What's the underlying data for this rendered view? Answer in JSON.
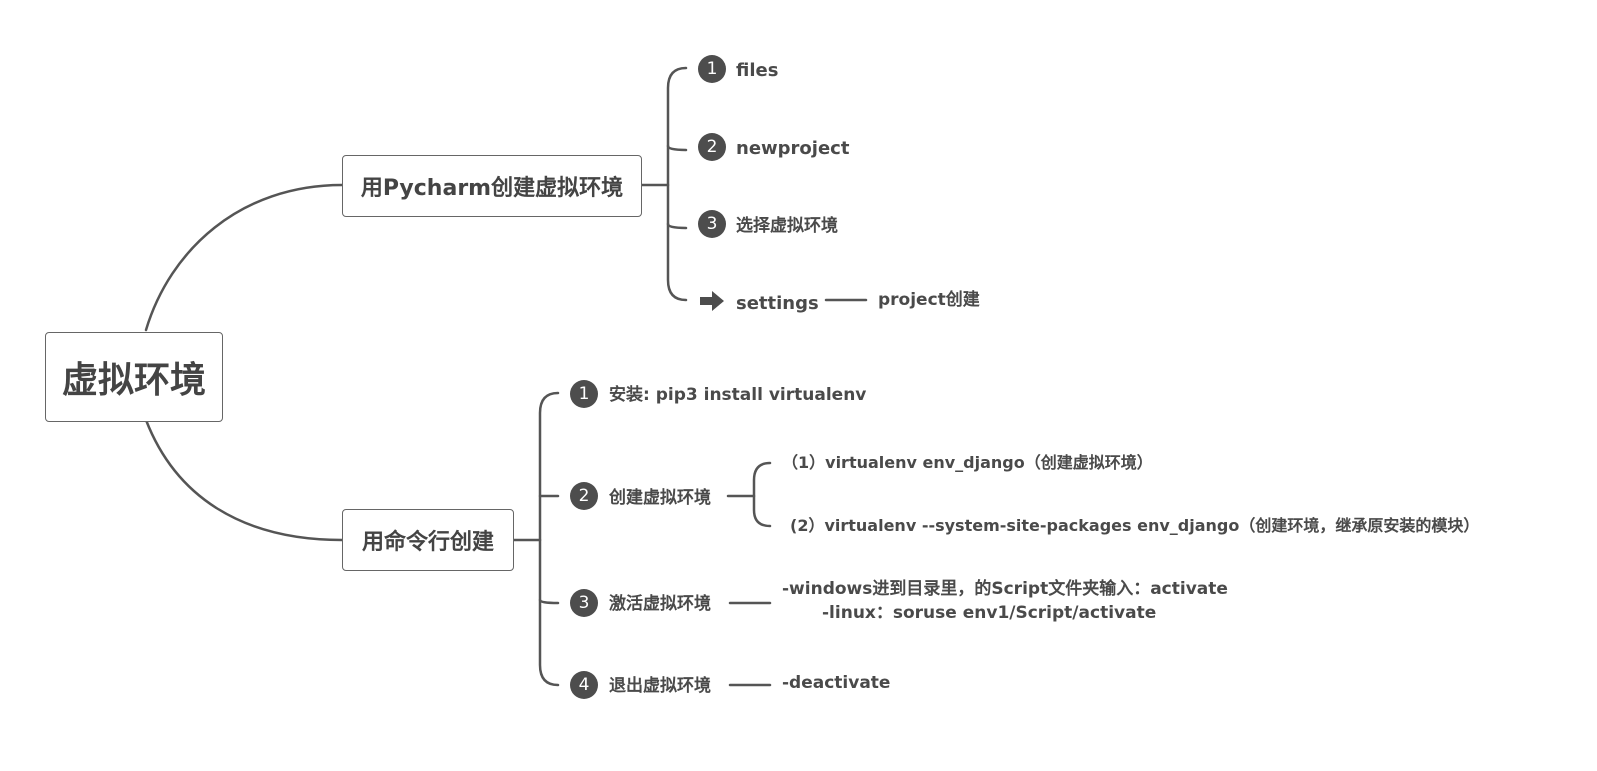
{
  "root": {
    "label": "虚拟环境"
  },
  "branch_pycharm": {
    "label": "用Pycharm创建虚拟环境",
    "steps": [
      {
        "badge": "1",
        "label": "files"
      },
      {
        "badge": "2",
        "label": "newproject"
      },
      {
        "badge": "3",
        "label": "选择虚拟环境"
      }
    ],
    "settings": {
      "label": "settings",
      "icon": "arrow-right-icon",
      "child": "project创建"
    }
  },
  "branch_cmd": {
    "label": "用命令行创建",
    "steps": [
      {
        "badge": "1",
        "label": "安装:  pip3 install  virtualenv"
      },
      {
        "badge": "2",
        "label": "创建虚拟环境",
        "children": [
          "（1）virtualenv env_django（创建虚拟环境）",
          "(2）virtualenv --system-site-packages env_django（创建环境，继承原安装的模块）"
        ]
      },
      {
        "badge": "3",
        "label": "激活虚拟环境",
        "children": [
          "-windows进到目录里，的Script文件夹输入：activate",
          "-linux：soruse env1/Script/activate"
        ]
      },
      {
        "badge": "4",
        "label": "退出虚拟环境",
        "children": [
          "-deactivate"
        ]
      }
    ]
  }
}
